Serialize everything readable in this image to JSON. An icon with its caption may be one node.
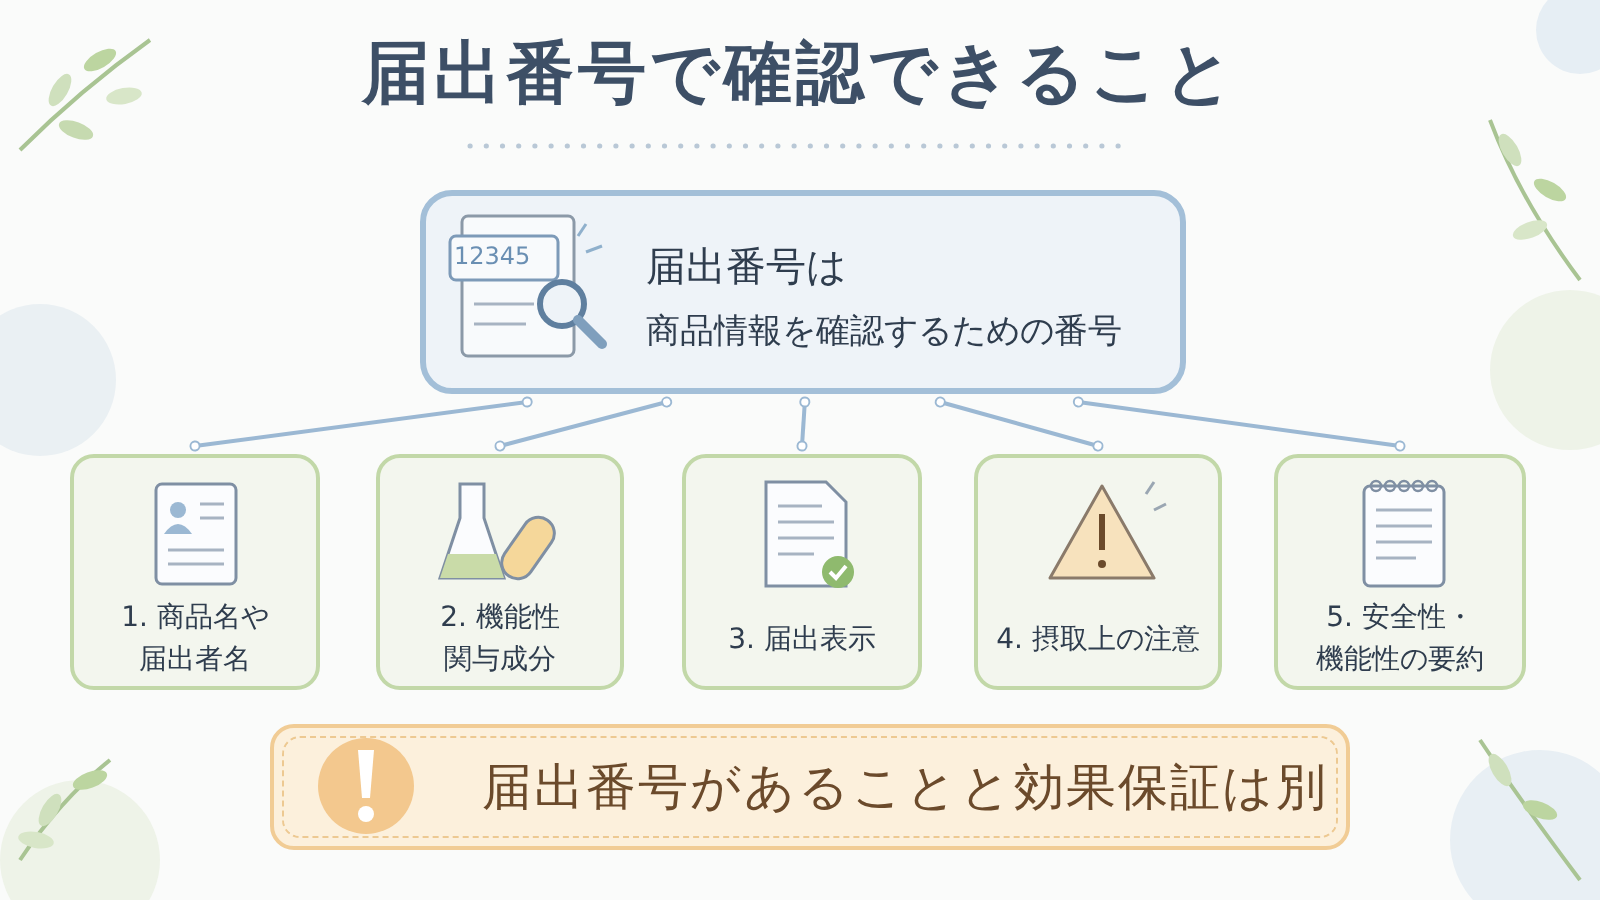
{
  "diagram": {
    "title": "届出番号で確認できること",
    "nodes": [
      {
        "text": [
          "届出番号は",
          "商品情報を確認するための番号"
        ]
      },
      {
        "text": [
          "1. 商品名や届出者名"
        ]
      },
      {
        "text": [
          "2. 機能性関与成分"
        ]
      },
      {
        "text": [
          "3. 届出表示"
        ]
      },
      {
        "text": [
          "4. 摂取上の注意"
        ]
      },
      {
        "text": [
          "5. 安全性・機能性の要約"
        ]
      },
      {
        "text": [
          "届出番号があることと効果保証は別"
        ]
      }
    ],
    "edges": [
      {
        "from": 0,
        "to": 1,
        "arrow": "other"
      },
      {
        "from": 0,
        "to": 2,
        "arrow": "other"
      },
      {
        "from": 0,
        "to": 3,
        "arrow": "other"
      },
      {
        "from": 0,
        "to": 4,
        "arrow": "other"
      },
      {
        "from": 0,
        "to": 5,
        "arrow": "other"
      }
    ],
    "labels": [
      "12345"
    ]
  }
}
